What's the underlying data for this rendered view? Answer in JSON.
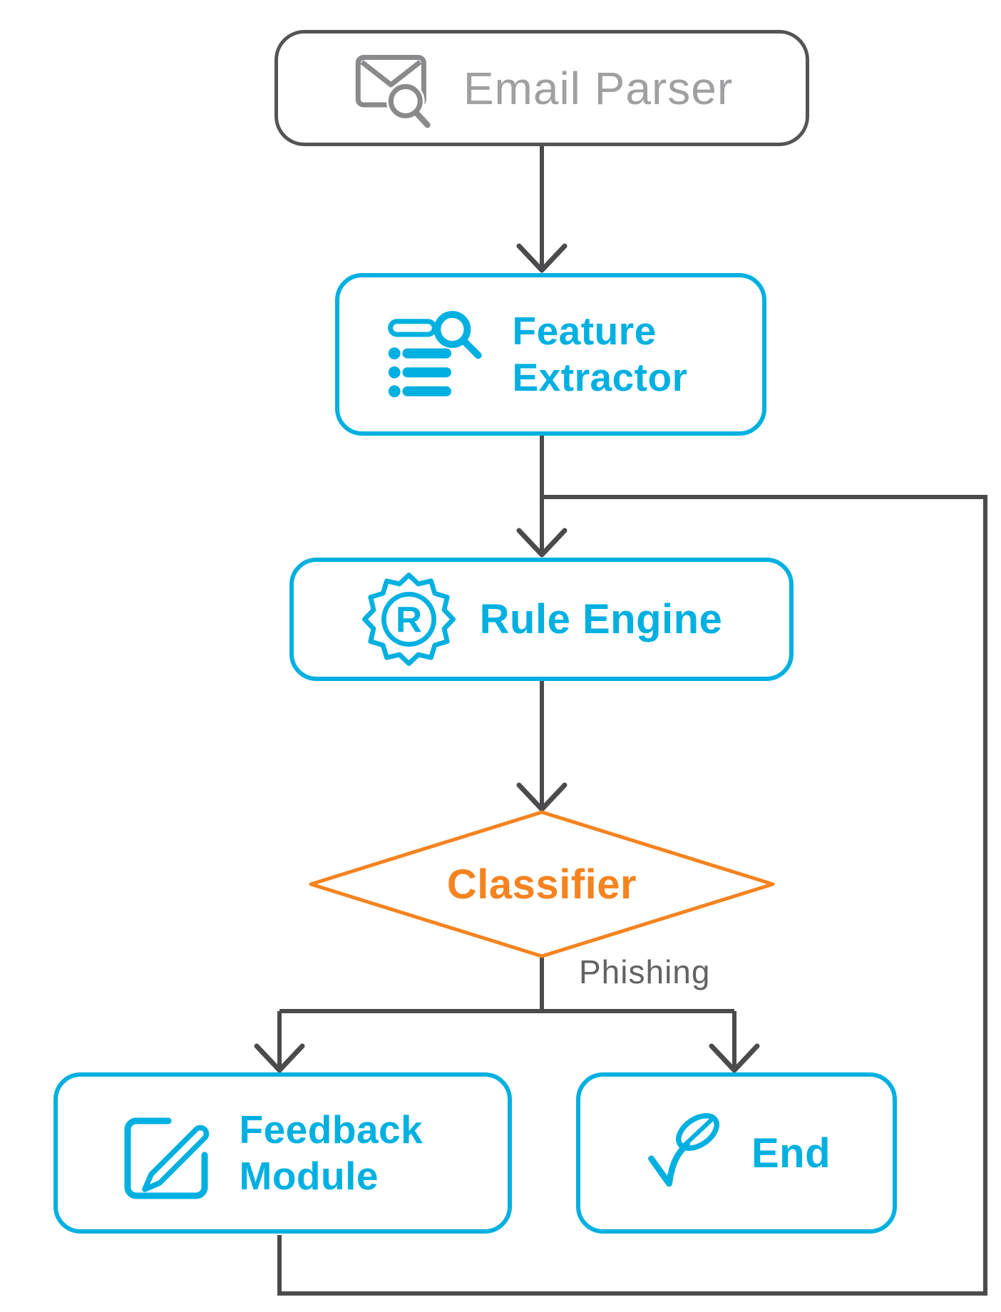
{
  "diagram": {
    "type": "flowchart",
    "background": "#FFFFFF",
    "nodes": {
      "email_parser": {
        "label": "Email Parser",
        "shape": "rounded-rect",
        "icon": "email-search-icon",
        "border_color": "#545457",
        "text_color": "#9FA0A2"
      },
      "feature_extractor": {
        "label": "Feature Extractor",
        "shape": "rounded-rect",
        "icon": "list-search-icon",
        "border_color": "#00B0E0",
        "text_color": "#00B0E0"
      },
      "rule_engine": {
        "label": "Rule Engine",
        "shape": "rounded-rect",
        "icon": "registered-badge-icon",
        "border_color": "#00B0E0",
        "text_color": "#00B0E0"
      },
      "classifier": {
        "label": "Classifier",
        "shape": "diamond",
        "icon": "",
        "border_color": "#F5831F",
        "text_color": "#F5831F"
      },
      "feedback_module": {
        "label": "Feedback Module",
        "shape": "rounded-rect",
        "icon": "edit-square-icon",
        "border_color": "#00B0E0",
        "text_color": "#00B0E0"
      },
      "end": {
        "label": "End",
        "shape": "rounded-rect",
        "icon": "leaf-check-icon",
        "border_color": "#00B0E0",
        "text_color": "#00B0E0"
      }
    },
    "edges": {
      "email_to_feature": {
        "from": "email_parser",
        "to": "feature_extractor",
        "label": ""
      },
      "feature_to_rule": {
        "from": "feature_extractor",
        "to": "rule_engine",
        "label": ""
      },
      "rule_to_classifier": {
        "from": "rule_engine",
        "to": "classifier",
        "label": ""
      },
      "classifier_to_feedback": {
        "from": "classifier",
        "to": "feedback_module",
        "label": "Phishing"
      },
      "classifier_to_end": {
        "from": "classifier",
        "to": "end",
        "label": "Phishing"
      },
      "feedback_loop_to_rule": {
        "from": "feedback_module",
        "to": "rule_engine",
        "label": ""
      }
    },
    "branch_label": "Phishing",
    "colors": {
      "accent_cyan": "#00B0E0",
      "accent_orange": "#F5831F",
      "connector_gray": "#4B4B4D",
      "muted_box_gray": "#545457",
      "muted_text_gray": "#9FA0A2",
      "edge_label_gray": "#636366",
      "background": "#FFFFFF"
    }
  }
}
